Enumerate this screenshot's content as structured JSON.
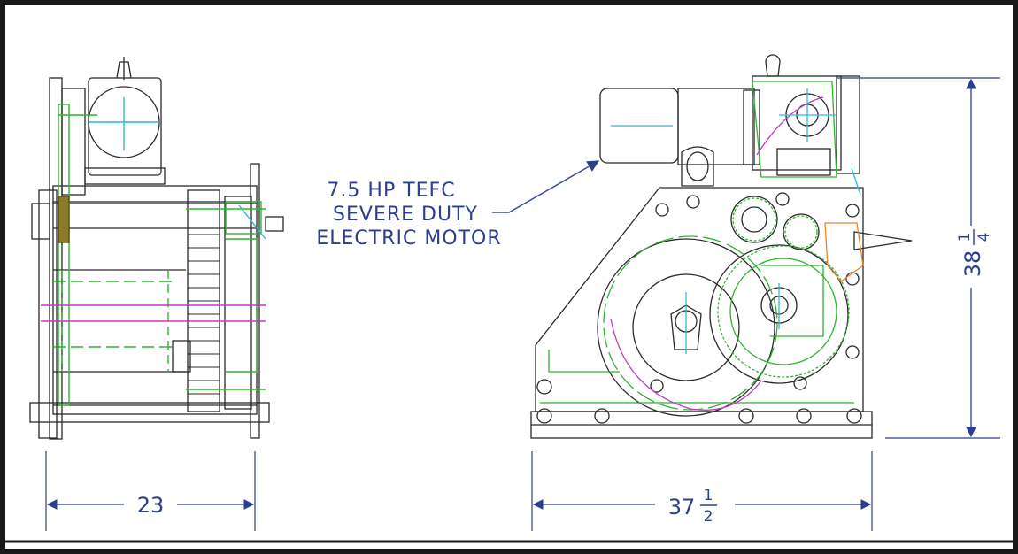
{
  "callout": {
    "line1": "7.5 HP TEFC",
    "line2": "SEVERE DUTY",
    "line3": "ELECTRIC MOTOR"
  },
  "dimensions": {
    "side_width": "23",
    "front_width_whole": "37",
    "front_width_num": "1",
    "front_width_den": "2",
    "height_whole": "38",
    "height_num": "1",
    "height_den": "4"
  },
  "colors": {
    "frame": "#1a1a1a",
    "line": "#2a2a2a",
    "dimension": "#2b3f8f",
    "green": "#2db52d",
    "magenta": "#c03cc0",
    "cyan": "#35b6d8",
    "orange": "#e8842a",
    "blue_leader": "#3a4aa8"
  }
}
